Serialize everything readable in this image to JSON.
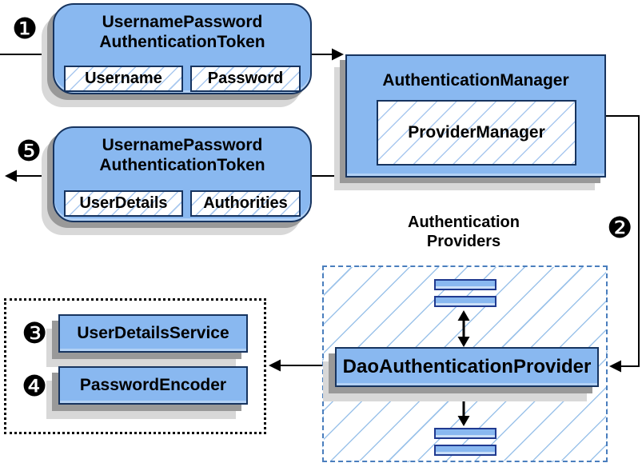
{
  "colors": {
    "node-fill": "#89b8f0",
    "node-border": "#17345f",
    "bar-border": "#203a90",
    "hatch-line": "#a9c8ef",
    "dashed-border": "#4a7ebd",
    "dotted-border": "#000000",
    "connector": "#000000",
    "shadow-dark": "#999999",
    "shadow-light": "#d8d8d8",
    "text": "#000000"
  },
  "badges": {
    "step1": "❶",
    "step2": "❷",
    "step3": "❸",
    "step4": "❹",
    "step5": "❺"
  },
  "nodes": {
    "request_token": {
      "line1": "UsernamePassword",
      "line2": "AuthenticationToken",
      "child1": "Username",
      "child2": "Password"
    },
    "authentication_manager": {
      "title": "AuthenticationManager",
      "inner": "ProviderManager"
    },
    "result_token": {
      "line1": "UsernamePassword",
      "line2": "AuthenticationToken",
      "child1": "UserDetails",
      "child2": "Authorities"
    },
    "providers_group": {
      "label_line1": "Authentication",
      "label_line2": "Providers"
    },
    "dao_provider": {
      "title": "DaoAuthenticationProvider"
    },
    "user_details_service": {
      "title": "UserDetailsService"
    },
    "password_encoder": {
      "title": "PasswordEncoder"
    }
  }
}
